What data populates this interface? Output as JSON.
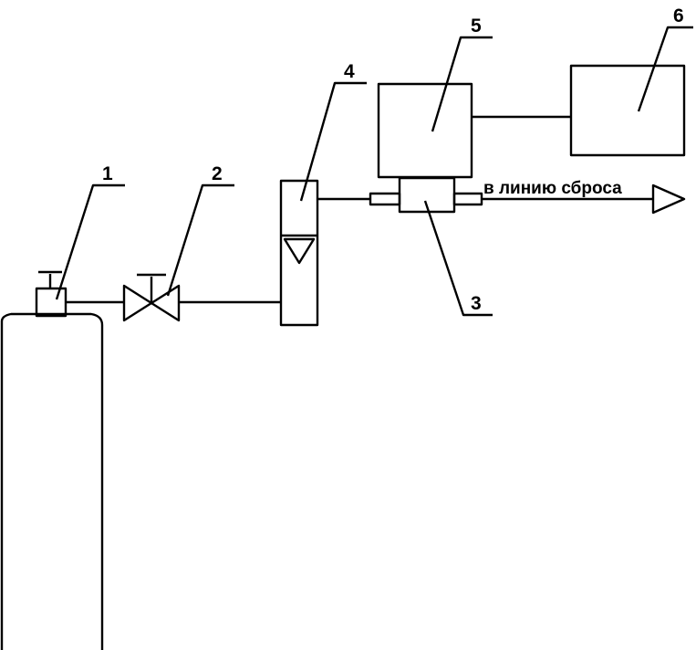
{
  "labels": {
    "cylinder": "1",
    "valve": "2",
    "sensor_cell": "3",
    "flowmeter": "4",
    "analyzer": "5",
    "recorder": "6"
  },
  "outlet_note": "в линию сброса",
  "colors": {
    "stroke": "#000000",
    "background": "#ffffff"
  }
}
